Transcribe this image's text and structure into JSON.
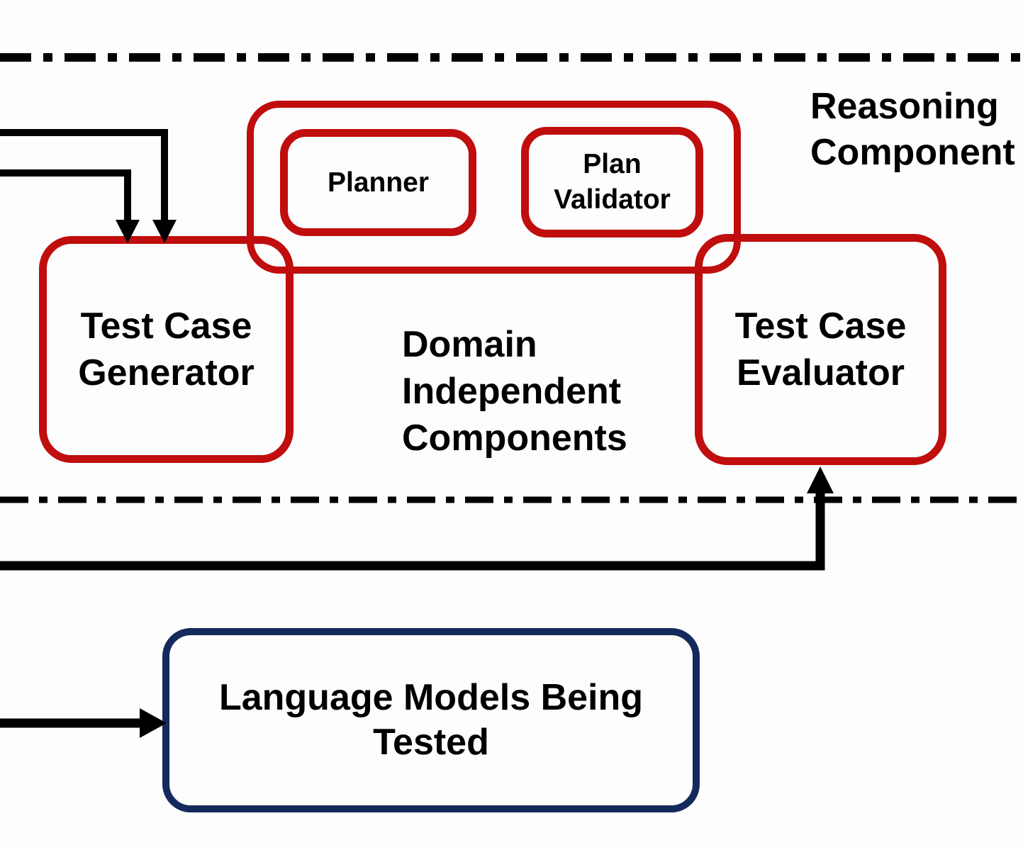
{
  "diagram": {
    "title_hint": "Planning benchmark system architecture diagram",
    "colors": {
      "red_accent": "#c00d0d",
      "navy_accent": "#14295c",
      "line_black": "#000000",
      "background": "#fdfdfd"
    },
    "boxes": {
      "reasoning_container": {
        "label": ""
      },
      "planner": {
        "label": "Planner"
      },
      "plan_validator": {
        "label": "Plan\nValidator"
      },
      "test_case_generator": {
        "label": "Test Case\nGenerator"
      },
      "test_case_evaluator": {
        "label": "Test Case\nEvaluator"
      },
      "language_models": {
        "label": "Language Models Being\nTested"
      }
    },
    "floating_labels": {
      "reasoning_component": "Reasoning\nComponent",
      "domain_independent": "Domain\nIndependent\nComponents"
    },
    "separators": {
      "top_boundary_style": "dash-dot",
      "bottom_boundary_style": "dash-dot"
    },
    "arrows": [
      {
        "name": "input-arrow-outer",
        "description": "from left edge into top of Test Case Generator"
      },
      {
        "name": "input-arrow-inner",
        "description": "from left edge into top of Test Case Generator"
      },
      {
        "name": "feedback-arrow",
        "description": "from left edge along bottom, up into Test Case Evaluator"
      },
      {
        "name": "lm-input-arrow",
        "description": "from left edge into Language Models Being Tested"
      }
    ]
  }
}
